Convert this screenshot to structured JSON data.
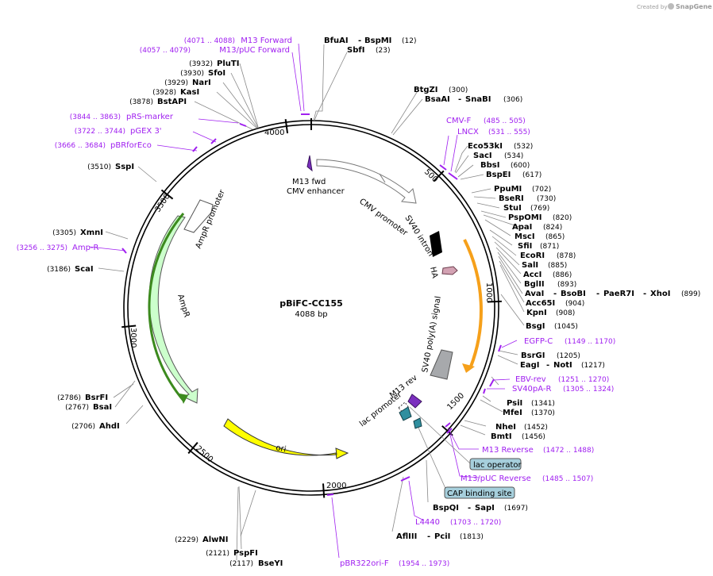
{
  "plasmid": {
    "name": "pBiFC-CC155",
    "length_label": "4088 bp"
  },
  "watermark": {
    "created_by": "Created by",
    "app": "SnapGene"
  },
  "ticks": [
    "500",
    "1000",
    "1500",
    "2000",
    "2500",
    "3000",
    "3500",
    "4000"
  ],
  "enzymes": [
    {
      "name": "BfuAI",
      "name2": "BspMI",
      "pos": "(12)"
    },
    {
      "name": "SbfI",
      "pos": "(23)"
    },
    {
      "name": "BtgZI",
      "pos": "(300)"
    },
    {
      "name": "BsaAI",
      "name2": "SnaBI",
      "pos": "(306)"
    },
    {
      "name": "Eco53kI",
      "pos": "(532)"
    },
    {
      "name": "SacI",
      "pos": "(534)"
    },
    {
      "name": "BbsI",
      "pos": "(600)"
    },
    {
      "name": "BspEI",
      "pos": "(617)"
    },
    {
      "name": "PpuMI",
      "pos": "(702)"
    },
    {
      "name": "BseRI",
      "pos": "(730)"
    },
    {
      "name": "StuI",
      "pos": "(769)"
    },
    {
      "name": "PspOMI",
      "pos": "(820)"
    },
    {
      "name": "ApaI",
      "pos": "(824)"
    },
    {
      "name": "MscI",
      "pos": "(865)"
    },
    {
      "name": "SfiI",
      "pos": "(871)"
    },
    {
      "name": "EcoRI",
      "pos": "(878)"
    },
    {
      "name": "SalI",
      "pos": "(885)"
    },
    {
      "name": "AccI",
      "pos": "(886)"
    },
    {
      "name": "BglII",
      "pos": "(893)"
    },
    {
      "name": "AvaI",
      "name2": "BsoBI",
      "name3": "PaeR7I",
      "name4": "XhoI",
      "pos": "(899)"
    },
    {
      "name": "Acc65I",
      "pos": "(904)"
    },
    {
      "name": "KpnI",
      "pos": "(908)"
    },
    {
      "name": "BsgI",
      "pos": "(1045)"
    },
    {
      "name": "BsrGI",
      "pos": "(1205)"
    },
    {
      "name": "EagI",
      "name2": "NotI",
      "pos": "(1217)"
    },
    {
      "name": "PsiI",
      "pos": "(1341)"
    },
    {
      "name": "MfeI",
      "pos": "(1370)"
    },
    {
      "name": "NheI",
      "pos": "(1452)"
    },
    {
      "name": "BmtI",
      "pos": "(1456)"
    },
    {
      "name": "BspQI",
      "name2": "SapI",
      "pos": "(1697)"
    },
    {
      "name": "AflIII",
      "name2": "PciI",
      "pos": "(1813)"
    },
    {
      "name": "AlwNI",
      "pos": "(2229)"
    },
    {
      "name": "PspFI",
      "pos": "(2121)"
    },
    {
      "name": "BseYI",
      "pos": "(2117)"
    },
    {
      "name": "AhdI",
      "pos": "(2706)"
    },
    {
      "name": "BsrFI",
      "pos": "(2786)"
    },
    {
      "name": "BsaI",
      "pos": "(2767)"
    },
    {
      "name": "ScaI",
      "pos": "(3186)"
    },
    {
      "name": "XmnI",
      "pos": "(3305)"
    },
    {
      "name": "SspI",
      "pos": "(3510)"
    },
    {
      "name": "PluTI",
      "pos": "(3932)"
    },
    {
      "name": "SfoI",
      "pos": "(3930)"
    },
    {
      "name": "NarI",
      "pos": "(3929)"
    },
    {
      "name": "KasI",
      "pos": "(3928)"
    },
    {
      "name": "BstAPI",
      "pos": "(3878)"
    }
  ],
  "primers": [
    {
      "name": "M13 Forward",
      "range": "(4071 .. 4088)"
    },
    {
      "name": "M13/pUC Forward",
      "range": "(4057 .. 4079)"
    },
    {
      "name": "pRS-marker",
      "range": "(3844 .. 3863)"
    },
    {
      "name": "pGEX 3'",
      "range": "(3722 .. 3744)"
    },
    {
      "name": "pBRforEco",
      "range": "(3666 .. 3684)"
    },
    {
      "name": "Amp-R",
      "range": "(3256 .. 3275)"
    },
    {
      "name": "CMV-F",
      "range": "(485 .. 505)"
    },
    {
      "name": "LNCX",
      "range": "(531 .. 555)"
    },
    {
      "name": "EGFP-C",
      "range": "(1149 .. 1170)"
    },
    {
      "name": "EBV-rev",
      "range": "(1251 .. 1270)"
    },
    {
      "name": "SV40pA-R",
      "range": "(1305 .. 1324)"
    },
    {
      "name": "M13 Reverse",
      "range": "(1472 .. 1488)"
    },
    {
      "name": "M13/pUC Reverse",
      "range": "(1485 .. 1507)"
    },
    {
      "name": "L4440",
      "range": "(1703 .. 1720)"
    },
    {
      "name": "pBR322ori-F",
      "range": "(1954 .. 1973)"
    }
  ],
  "boxed_features": [
    {
      "name": "lac operator"
    },
    {
      "name": "CAP binding site"
    }
  ],
  "features": [
    {
      "name": "M13 fwd"
    },
    {
      "name": "CMV enhancer"
    },
    {
      "name": "CMV promoter"
    },
    {
      "name": "SV40 intron"
    },
    {
      "name": "HA"
    },
    {
      "name": "SV40 poly(A) signal"
    },
    {
      "name": "M13 rev"
    },
    {
      "name": "lac promoter"
    },
    {
      "name": "ori"
    },
    {
      "name": "AmpR"
    },
    {
      "name": "AmpR promoter"
    }
  ],
  "colors": {
    "primer": "#a020f0",
    "ampr_fill": "#ccffcc",
    "ori_fill": "#ffff00",
    "polyA_fill": "#a7a9ac",
    "ha_fill": "#d3a2b3",
    "m13_fill": "#7b2fbf",
    "lac_fill": "#2f8f9f",
    "orange_arc": "#f6a01a",
    "green_arc": "#3c8a1e",
    "box_fill": "#a6cfdc"
  }
}
